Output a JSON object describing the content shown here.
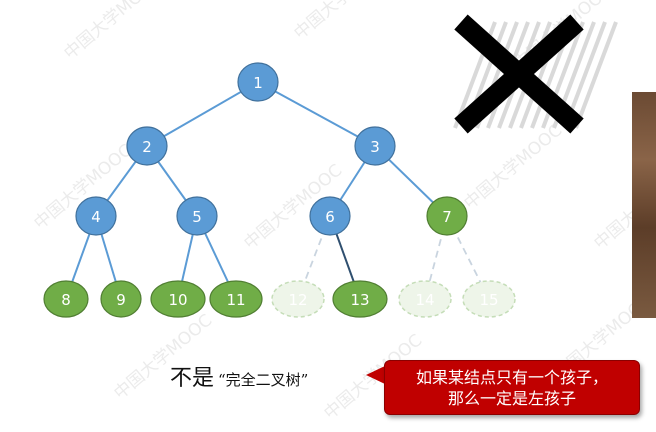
{
  "diagram": {
    "nodes": [
      {
        "id": 1,
        "label": "1",
        "color": "#5b9bd5",
        "style": "solid"
      },
      {
        "id": 2,
        "label": "2",
        "color": "#5b9bd5",
        "style": "solid"
      },
      {
        "id": 3,
        "label": "3",
        "color": "#5b9bd5",
        "style": "solid"
      },
      {
        "id": 4,
        "label": "4",
        "color": "#5b9bd5",
        "style": "solid"
      },
      {
        "id": 5,
        "label": "5",
        "color": "#5b9bd5",
        "style": "solid"
      },
      {
        "id": 6,
        "label": "6",
        "color": "#5b9bd5",
        "style": "solid"
      },
      {
        "id": 7,
        "label": "7",
        "color": "#70ad47",
        "style": "solid"
      },
      {
        "id": 8,
        "label": "8",
        "color": "#70ad47",
        "style": "solid"
      },
      {
        "id": 9,
        "label": "9",
        "color": "#70ad47",
        "style": "solid"
      },
      {
        "id": 10,
        "label": "10",
        "color": "#70ad47",
        "style": "solid"
      },
      {
        "id": 11,
        "label": "11",
        "color": "#70ad47",
        "style": "solid"
      },
      {
        "id": 12,
        "label": "12",
        "color": "#70ad47",
        "style": "ghost"
      },
      {
        "id": 13,
        "label": "13",
        "color": "#70ad47",
        "style": "solid"
      },
      {
        "id": 14,
        "label": "14",
        "color": "#70ad47",
        "style": "ghost"
      },
      {
        "id": 15,
        "label": "15",
        "color": "#70ad47",
        "style": "ghost"
      }
    ],
    "edges": [
      {
        "from": 1,
        "to": 2,
        "style": "solid"
      },
      {
        "from": 1,
        "to": 3,
        "style": "solid"
      },
      {
        "from": 2,
        "to": 4,
        "style": "solid"
      },
      {
        "from": 2,
        "to": 5,
        "style": "solid"
      },
      {
        "from": 3,
        "to": 6,
        "style": "solid"
      },
      {
        "from": 3,
        "to": 7,
        "style": "solid"
      },
      {
        "from": 4,
        "to": 8,
        "style": "solid"
      },
      {
        "from": 4,
        "to": 9,
        "style": "solid"
      },
      {
        "from": 5,
        "to": 10,
        "style": "solid"
      },
      {
        "from": 5,
        "to": 11,
        "style": "solid"
      },
      {
        "from": 6,
        "to": 12,
        "style": "dashed"
      },
      {
        "from": 6,
        "to": 13,
        "style": "dark"
      },
      {
        "from": 7,
        "to": 14,
        "style": "dashed"
      },
      {
        "from": 7,
        "to": 15,
        "style": "dashed"
      }
    ],
    "edge_color": "#5b9bd5",
    "dark_edge_color": "#2f4f6f",
    "ghost_color": "#c5ddb8"
  },
  "cross_mark_color": "#000000",
  "caption": {
    "main": "不是",
    "quoted": "“完全二叉树”"
  },
  "callout": {
    "line1": "如果某结点只有一个孩子，",
    "line2": "那么一定是左孩子",
    "color": "#c00000"
  },
  "watermark": "中国大学MOOC"
}
